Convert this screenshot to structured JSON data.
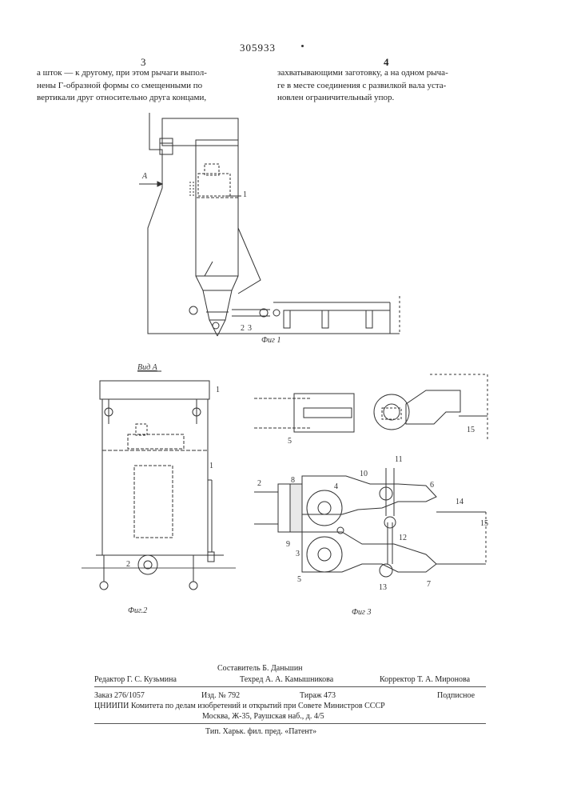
{
  "header": {
    "patent_number": "305933",
    "col_left_number": "3",
    "col_right_number": "4"
  },
  "text": {
    "left_lines": [
      "а шток — к другому, при этом рычаги выпол-",
      "нены Г-образной формы со смещенными по",
      "вертикали друг относительно друга концами,"
    ],
    "right_lines": [
      "захватывающими заготовку, а на одном рыча-",
      "ге в месте соединения с развилкой вала уста-",
      "новлен ограничительный упор."
    ]
  },
  "figures": {
    "fig1_caption": "Фиг 1",
    "fig2_caption": "Фиг.2",
    "fig3_caption": "Фиг 3",
    "view_a_label": "Вид А",
    "arrow_a_label": "А",
    "fig1_labels": [
      "1",
      "2",
      "3"
    ],
    "fig2_labels": [
      "1",
      "1",
      "2"
    ],
    "fig3_labels": [
      "5",
      "15",
      "2",
      "8",
      "4",
      "10",
      "11",
      "6",
      "14",
      "15",
      "12",
      "9",
      "3",
      "5",
      "13",
      "7"
    ]
  },
  "imprint": {
    "compiler": "Составитель Б. Даньшин",
    "editor": "Редактор Г. С. Кузьмина",
    "techred": "Техред А. А. Камышникова",
    "corrector": "Корректор Т. А. Миронова",
    "order": "Заказ 276/1057",
    "edition": "Изд. № 792",
    "circulation": "Тираж 473",
    "subscription": "Подписное",
    "institute": "ЦНИИПИ Комитета по делам изобретений и открытий при Совете Министров СССР",
    "address": "Москва, Ж-35, Раушская наб., д. 4/5",
    "printer": "Тип. Харьк. фил. пред. «Патент»"
  }
}
